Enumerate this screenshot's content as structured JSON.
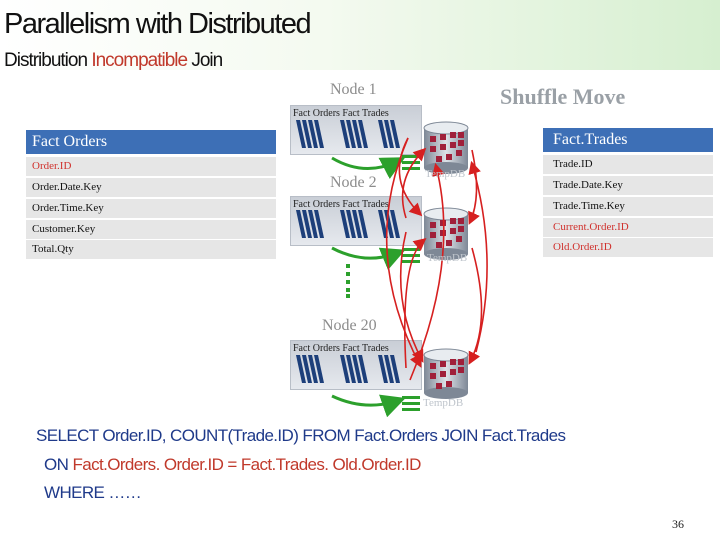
{
  "title": "Parallelism with Distributed",
  "subtitle": {
    "prefix": "Distribution ",
    "highlight": "Incompatible",
    "suffix": " Join"
  },
  "nodes": [
    {
      "label": "Node 1",
      "band_text": "Fact Orders  Fact Trades"
    },
    {
      "label": "Node 2",
      "band_text": "Fact Orders  Fact Trades",
      "tempdb": "TempDB"
    },
    {
      "label": "Node 20",
      "band_text": "Fact Orders  Fact Trades",
      "tempdb": "TempDB"
    }
  ],
  "tempdb_node1": "TempDB",
  "tempdb_node2": "TempDB",
  "shuffle_label": "Shuffle Move",
  "fact_orders": {
    "header": "Fact Orders",
    "columns": [
      "Order.ID",
      "Order.Date.Key",
      "Order.Time.Key",
      "Customer.Key",
      "Total.Qty"
    ]
  },
  "fact_trades": {
    "header": "Fact.Trades",
    "columns": [
      "Trade.ID",
      "Trade.Date.Key",
      "Trade.Time.Key",
      "Current.Order.ID",
      "Old.Order.ID"
    ]
  },
  "sql": {
    "line1": "SELECT Order.ID, COUNT(Trade.ID) FROM Fact.Orders JOIN Fact.Trades",
    "line2_prefix": "ON ",
    "line2_highlight": "Fact.Orders. Order.ID = Fact.Trades. Old.Order.ID",
    "line3": "WHERE ……"
  },
  "page_number": "36",
  "colors": {
    "header_blue": "#3d6fb6",
    "highlight_red": "#d0312d",
    "arrow_red": "#d62020",
    "arrow_green": "#2ca02c",
    "disk_red": "#a0203a"
  }
}
